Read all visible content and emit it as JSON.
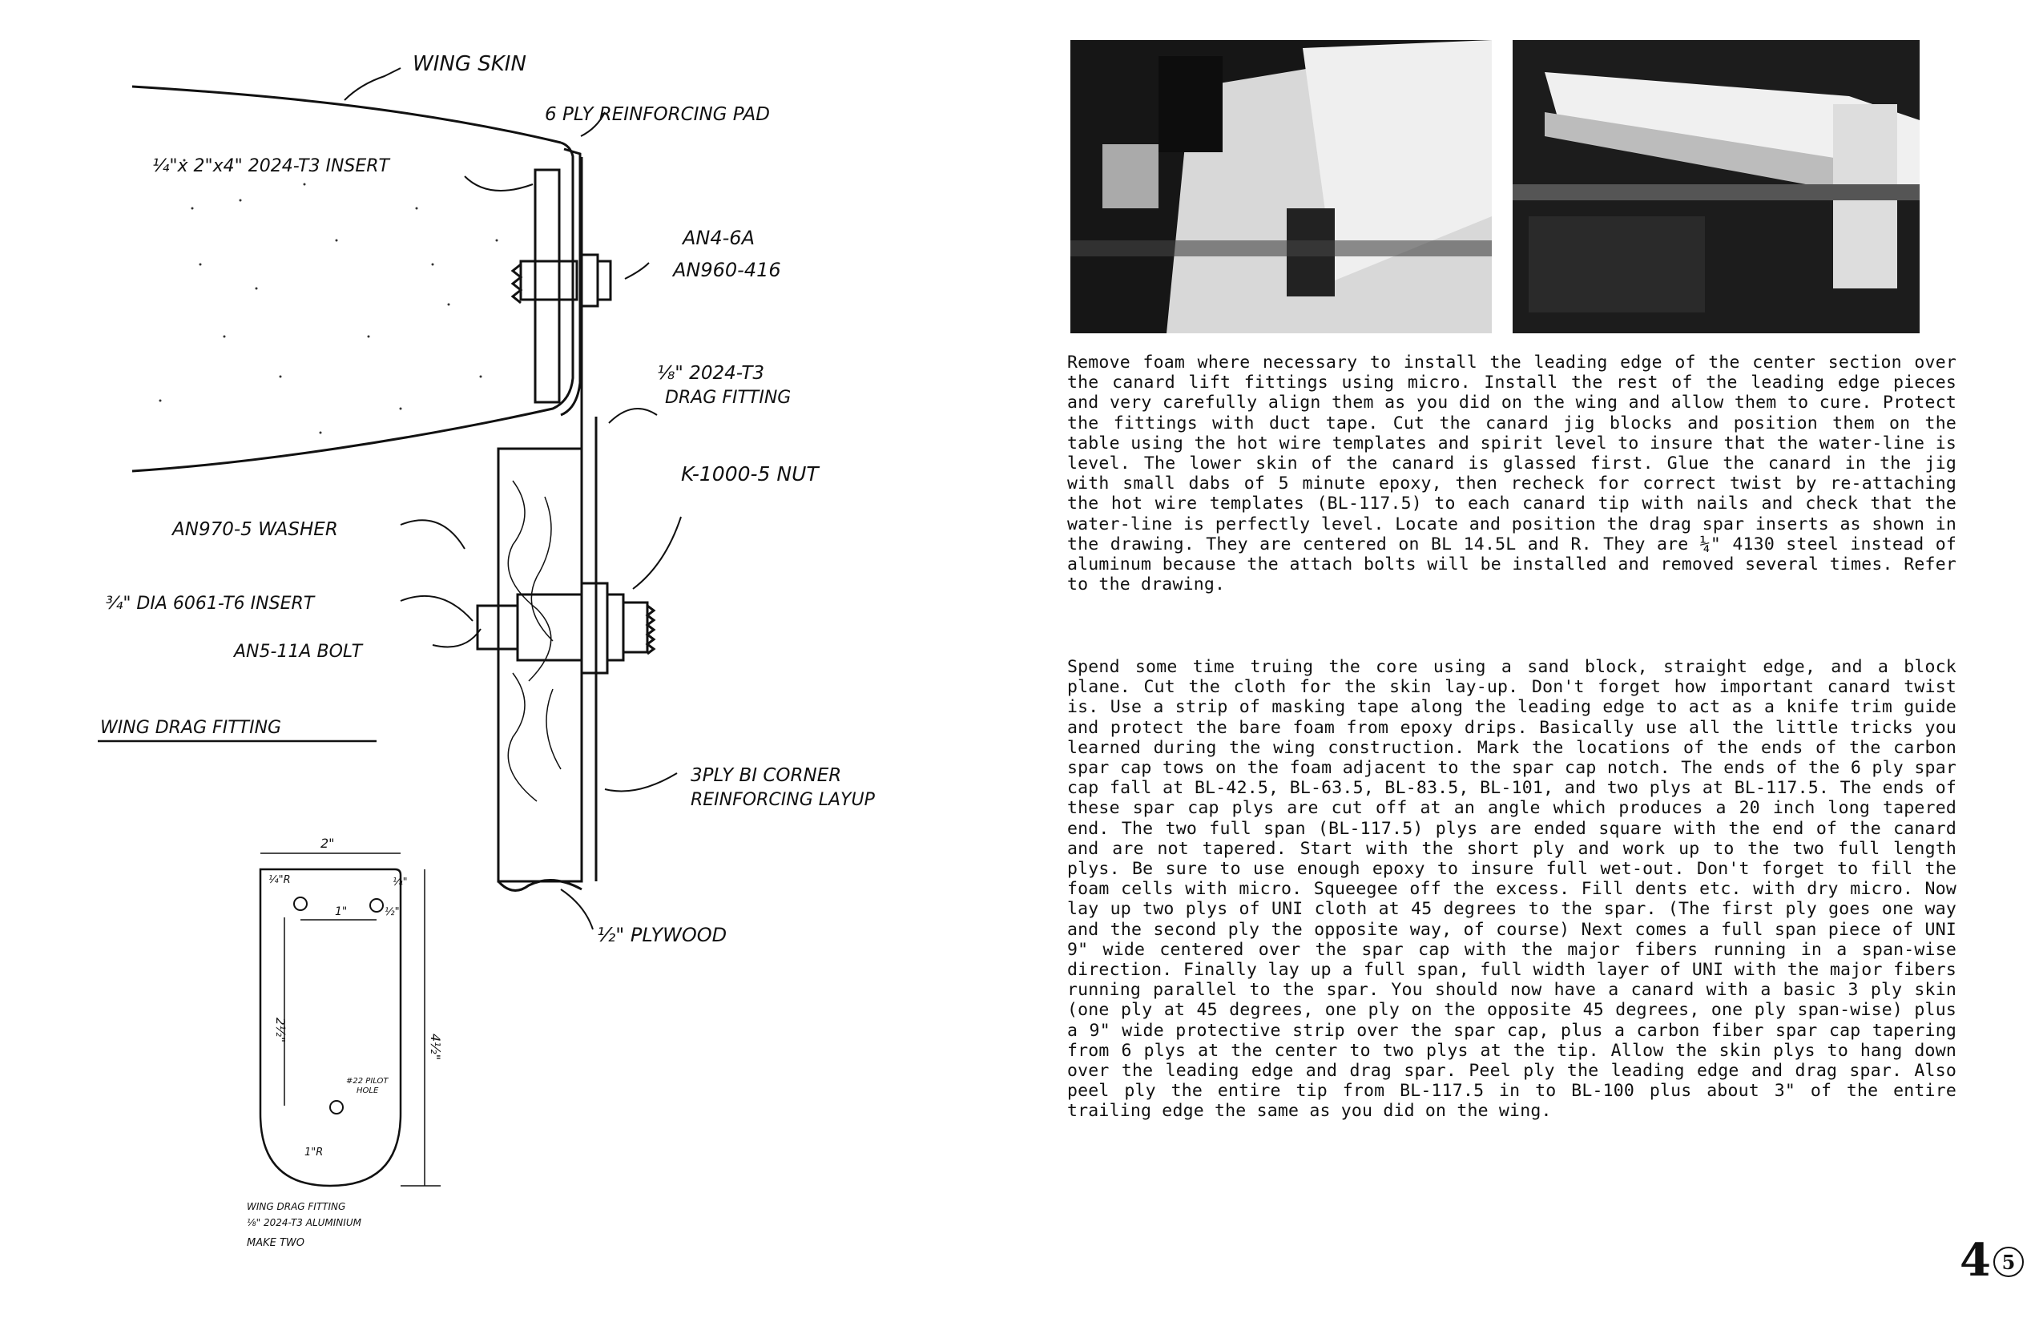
{
  "drawing": {
    "labels": {
      "wing_skin": "WING SKIN",
      "reinforcing_pad": "6 PLY REINFORCING PAD",
      "insert": "¼\"x 2\"x4\" 2024-T3 INSERT",
      "an4_6a": "AN4-6A",
      "an960": "AN960-416",
      "drag_fitting_1": "⅛\" 2024-T3",
      "drag_fitting_2": "DRAG FITTING",
      "nut": "K-1000-5 NUT",
      "washer": "AN970-5 WASHER",
      "dia_insert": "¾\" DIA 6061-T6 INSERT",
      "bolt": "AN5-11A BOLT",
      "title": "WING DRAG FITTING",
      "layup_1": "3PLY BI CORNER",
      "layup_2": "REINFORCING LAYUP",
      "plywood": "½\" PLYWOOD"
    },
    "fitting": {
      "dim_width": "2\"",
      "dim_corner_r": "¼\"R",
      "dim_top_offset": "¼\"",
      "dim_hole_spacing": "1\"",
      "dim_side_offset": "½\"",
      "dim_vertical": "2½\"",
      "dim_height": "4½\"",
      "pilot_hole_1": "#22 PILOT",
      "pilot_hole_2": "HOLE",
      "bottom_r": "1\"R",
      "caption_1": "WING DRAG FITTING",
      "caption_2": "⅛\" 2024-T3 ALUMINIUM",
      "caption_3": "MAKE TWO"
    }
  },
  "paragraph1": "Remove foam where necessary to install the leading edge of the center section over the canard lift fittings using micro. Install the rest of the leading edge pieces and very carefully align them as you did on the wing and allow them to cure. Protect the fittings with duct tape. Cut the canard jig blocks and position them on the table using the hot wire templates and spirit level to insure that the water-line is level. The lower skin of the canard is glassed first. Glue the canard in the jig with small dabs of 5 minute epoxy, then recheck for correct twist by re-attaching the hot wire templates (BL-117.5) to each canard tip with nails and check that the water-line is perfectly level. Locate and position the drag spar inserts as shown in the drawing. They are centered on BL 14.5L and R. They are ¼\" 4130 steel instead of aluminum because the attach bolts will be installed and removed several times. Refer to the drawing.",
  "paragraph2": "Spend some time truing the core using a sand block, straight edge, and a block plane. Cut the cloth for the skin lay-up. Don't forget how important canard twist is. Use a strip of masking tape along the leading edge to act as a knife trim guide and protect the bare foam from epoxy drips. Basically use all the little tricks you learned during the wing construction. Mark the locations of the ends of the carbon spar cap tows on the foam adjacent to the spar cap notch. The ends of the 6 ply spar cap fall at BL-42.5, BL-63.5, BL-83.5, BL-101, and two plys at BL-117.5. The ends of these spar cap plys are cut off at an angle which produces a 20 inch long tapered end. The two full span (BL-117.5) plys are ended square with the end of the canard and are not tapered. Start with the short ply and work up to the two full length plys. Be sure to use enough epoxy to insure full wet-out. Don't forget to fill the foam cells with micro. Squeegee off the excess. Fill dents etc. with dry micro. Now lay up two plys of UNI cloth at 45 degrees to the spar. (The first ply goes one way and the second ply the opposite way, of course) Next comes a full span piece of UNI 9\" wide centered over the spar cap with the major fibers running in a span-wise direction. Finally lay up a full span, full width layer of UNI with the major fibers running parallel to the spar. You should now have a canard with a basic 3 ply skin (one ply at 45 degrees, one ply on the opposite 45 degrees, one ply span-wise) plus a 9\" wide protective strip over the spar cap, plus a carbon fiber spar cap tapering from 6 plys at the center to two plys at the tip. Allow the skin plys to hang down over the leading edge and drag spar. Peel ply the leading edge and drag spar. Also peel ply the entire tip from BL-117.5 in to BL-100 plus about 3\" of the entire trailing edge the same as you did on the wing.",
  "page_number": "4",
  "circled_number": "5"
}
